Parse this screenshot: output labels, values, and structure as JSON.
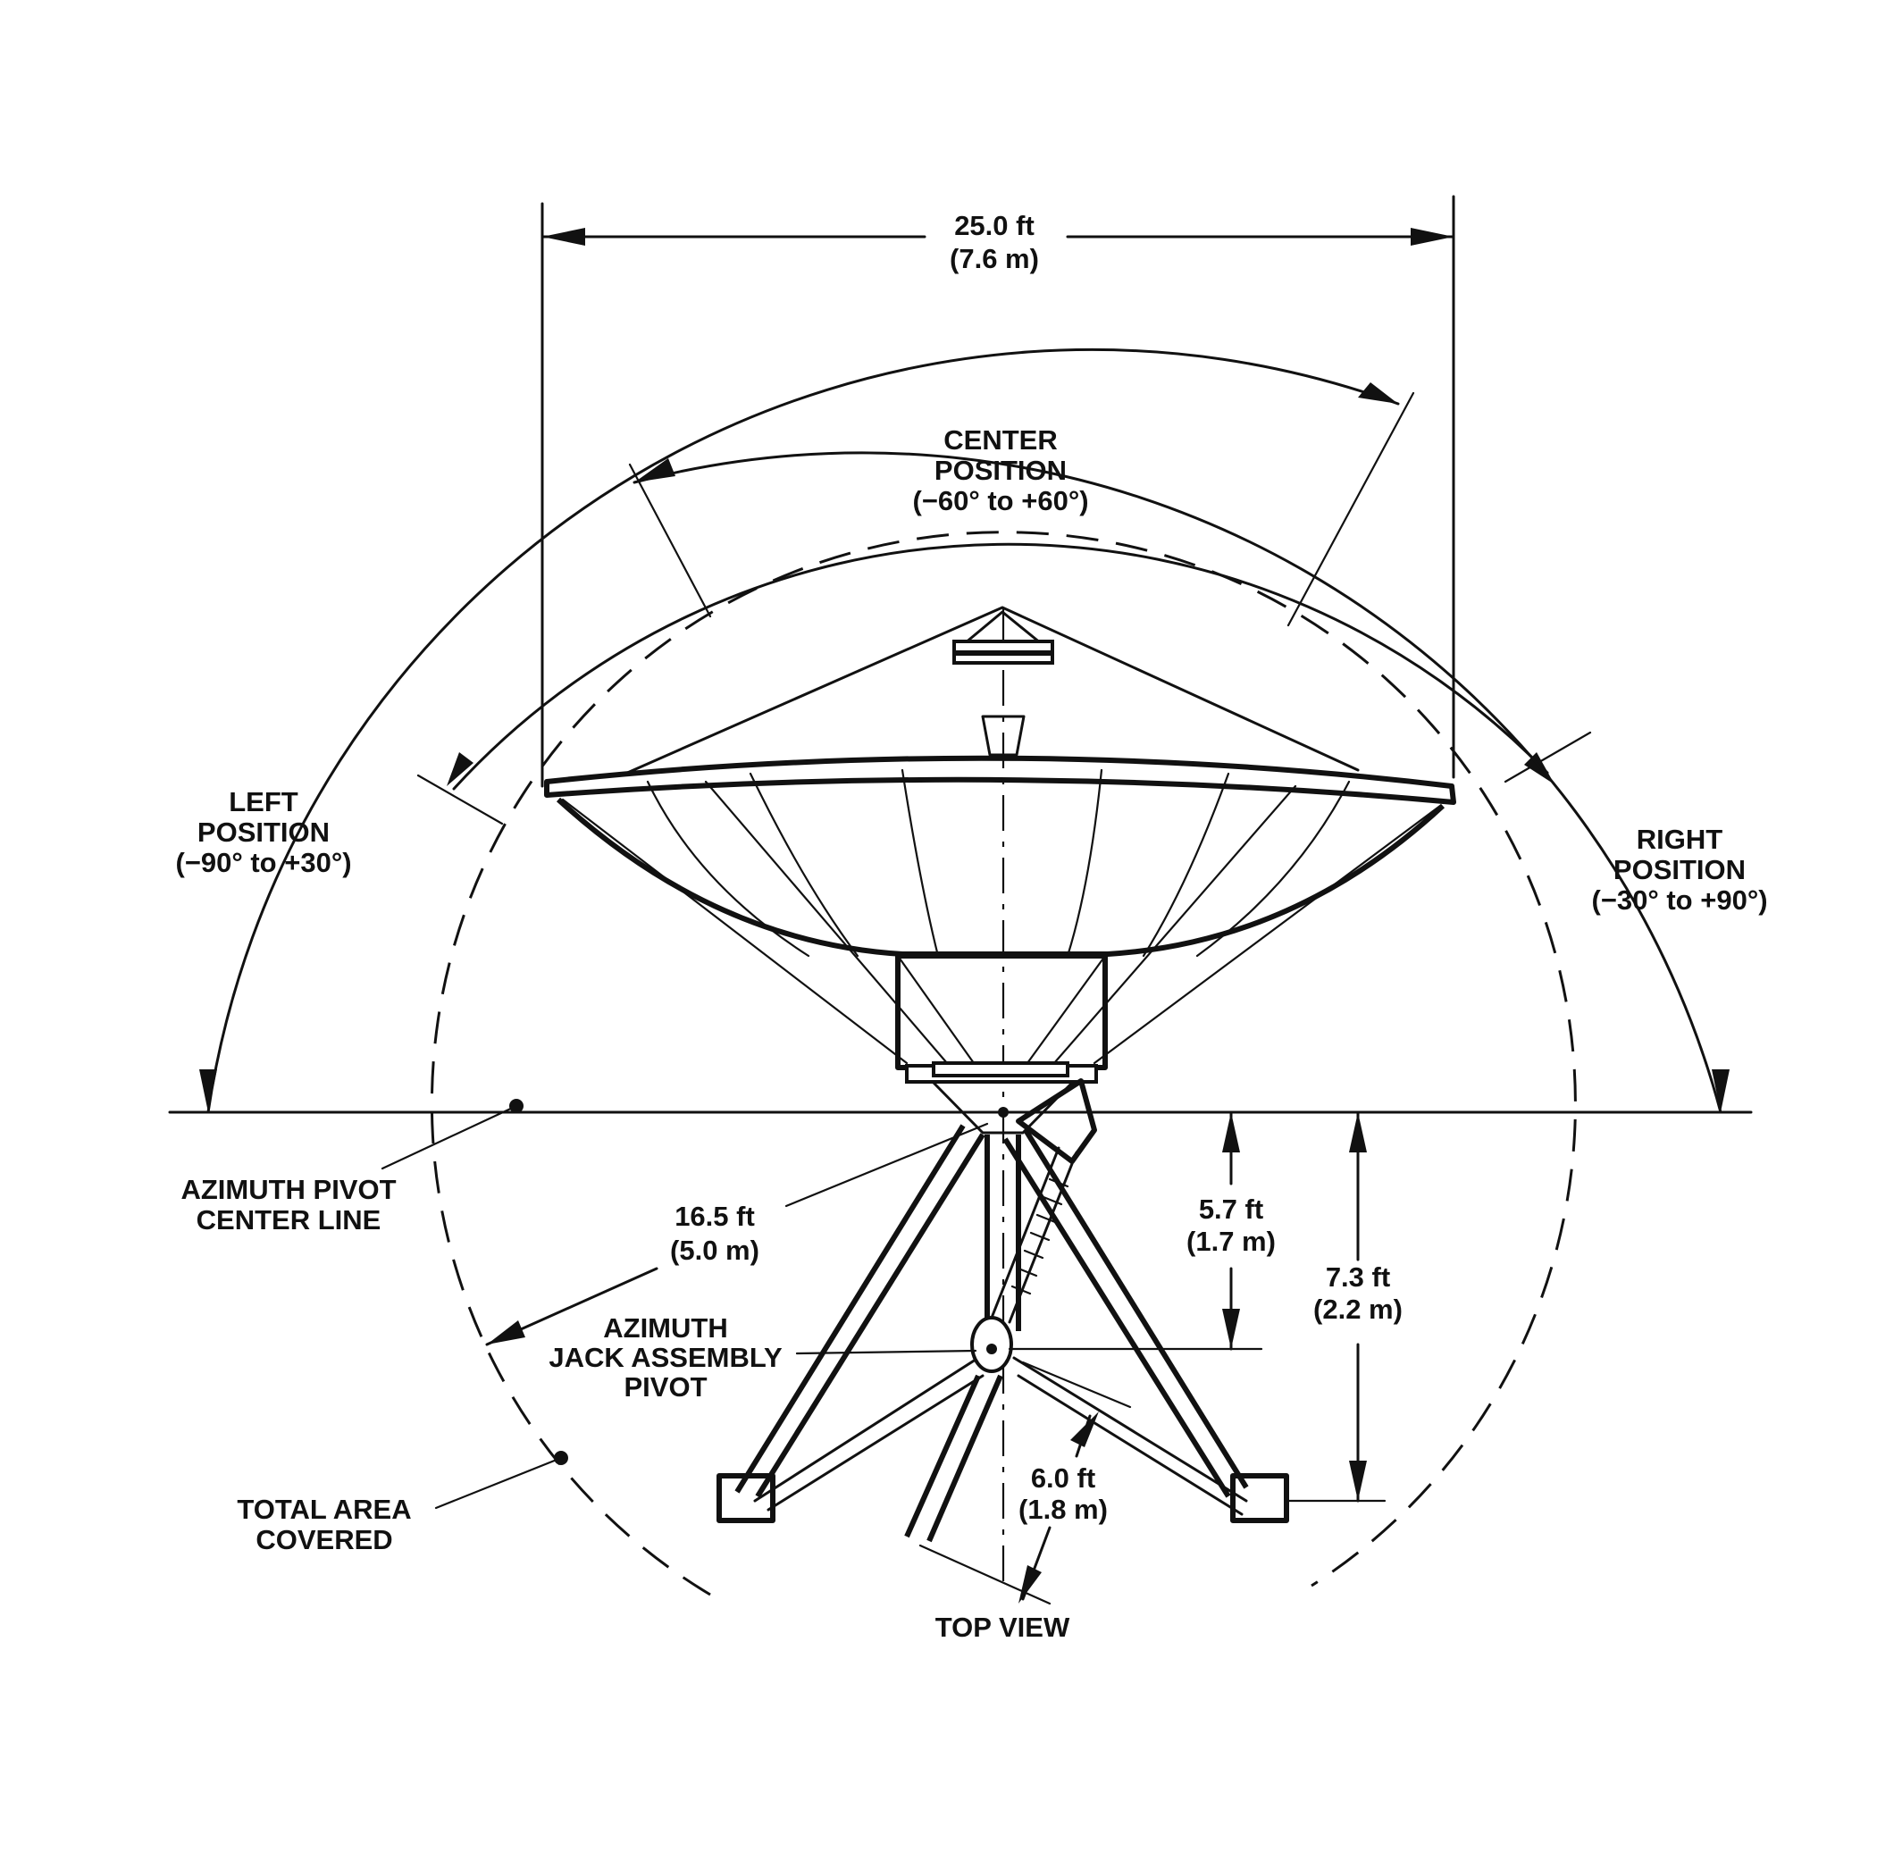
{
  "dimensions": {
    "width_ft": "25.0 ft",
    "width_m": "(7.6 m)",
    "radius_ft": "16.5 ft",
    "radius_m": "(5.0 m)",
    "pivot_height_ft": "5.7 ft",
    "pivot_height_m": "(1.7 m)",
    "base_height_ft": "7.3 ft",
    "base_height_m": "(2.2 m)",
    "jack_ft": "6.0 ft",
    "jack_m": "(1.8 m)"
  },
  "positions": {
    "center_line1": "CENTER",
    "center_line2": "POSITION",
    "center_range": "(−60° to +60°)",
    "left_line1": "LEFT",
    "left_line2": "POSITION",
    "left_range": "(−90° to +30°)",
    "right_line1": "RIGHT",
    "right_line2": "POSITION",
    "right_range": "(−30° to +90°)"
  },
  "callouts": {
    "azimuth_pivot_line1": "AZIMUTH PIVOT",
    "azimuth_pivot_line2": "CENTER LINE",
    "jack_line1": "AZIMUTH",
    "jack_line2": "JACK ASSEMBLY",
    "jack_line3": "PIVOT",
    "total_line1": "TOTAL AREA",
    "total_line2": "COVERED",
    "top_view": "TOP VIEW"
  }
}
